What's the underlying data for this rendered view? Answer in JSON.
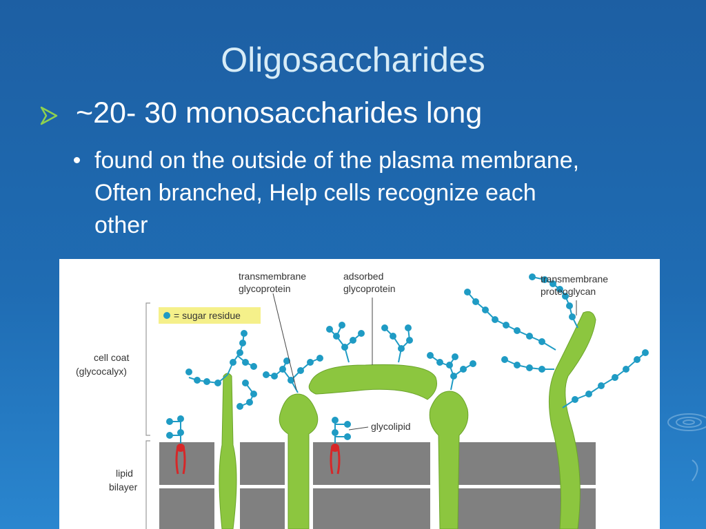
{
  "slide": {
    "title": "Oligosaccharides",
    "bullet": "~20- 30 monosaccharides long",
    "sub_bullet": " found on the outside of the plasma membrane, Often branched, Help cells recognize each other",
    "bullet_icon": "chevron-arrow-icon",
    "colors": {
      "background": "#1f6cb3",
      "title": "#d7ecf7",
      "text": "#ffffff",
      "arrow": "#8fd14f"
    }
  },
  "figure": {
    "labels": {
      "transmembrane_glycoprotein_1": "transmembrane",
      "transmembrane_glycoprotein_2": "glycoprotein",
      "adsorbed_glycoprotein_1": "adsorbed",
      "adsorbed_glycoprotein_2": "glycoprotein",
      "transmembrane_proteoglycan_1": "transmembrane",
      "transmembrane_proteoglycan_2": "proteoglycan",
      "sugar_residue_legend": "= sugar residue",
      "cell_coat_1": "cell coat",
      "cell_coat_2": "(glycocalyx)",
      "glycolipid": "glycolipid",
      "lipid_bilayer_1": "lipid",
      "lipid_bilayer_2": "bilayer"
    },
    "colors": {
      "protein": "#8cc63f",
      "protein_outline": "#6aa32a",
      "sugar": "#1f9bc4",
      "bilayer": "#7f7f7f",
      "lipid_tail": "#d62728",
      "legend_bg": "#f5f08a"
    }
  }
}
